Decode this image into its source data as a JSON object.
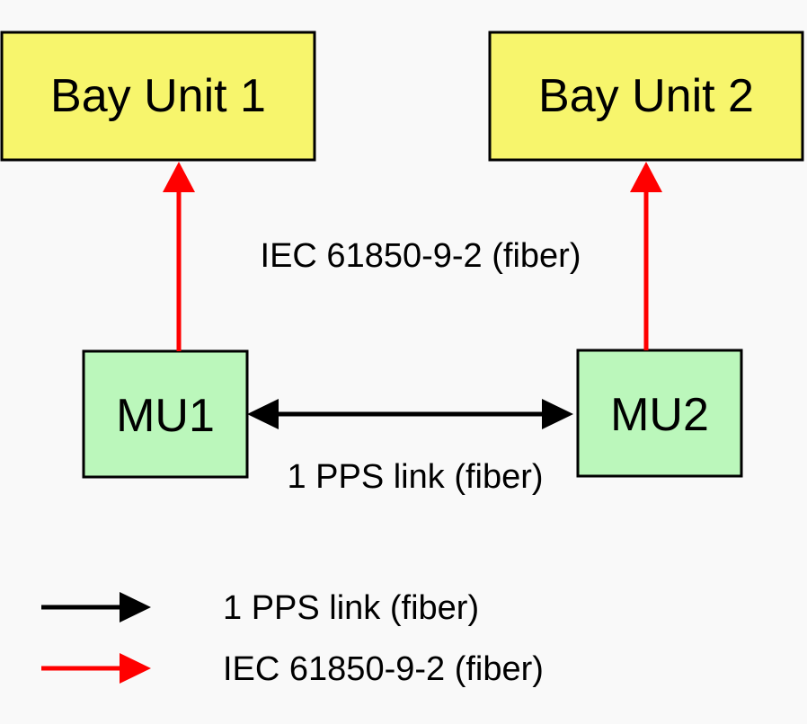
{
  "nodes": {
    "bay_unit_1": {
      "label": "Bay Unit 1",
      "fill": "#f7f56c"
    },
    "bay_unit_2": {
      "label": "Bay Unit 2",
      "fill": "#f7f56c"
    },
    "mu1": {
      "label": "MU1",
      "fill": "#bbf7bb"
    },
    "mu2": {
      "label": "MU2",
      "fill": "#bbf7bb"
    }
  },
  "edges": {
    "iec_label": "IEC 61850-9-2 (fiber)",
    "pps_label": "1 PPS link (fiber)"
  },
  "legend": {
    "items": [
      {
        "label": "1 PPS link (fiber)",
        "color": "#000000"
      },
      {
        "label": "IEC 61850-9-2 (fiber)",
        "color": "#ff0000"
      }
    ]
  },
  "colors": {
    "iec_link": "#ff0000",
    "pps_link": "#000000",
    "background": "#f9f9f9"
  }
}
